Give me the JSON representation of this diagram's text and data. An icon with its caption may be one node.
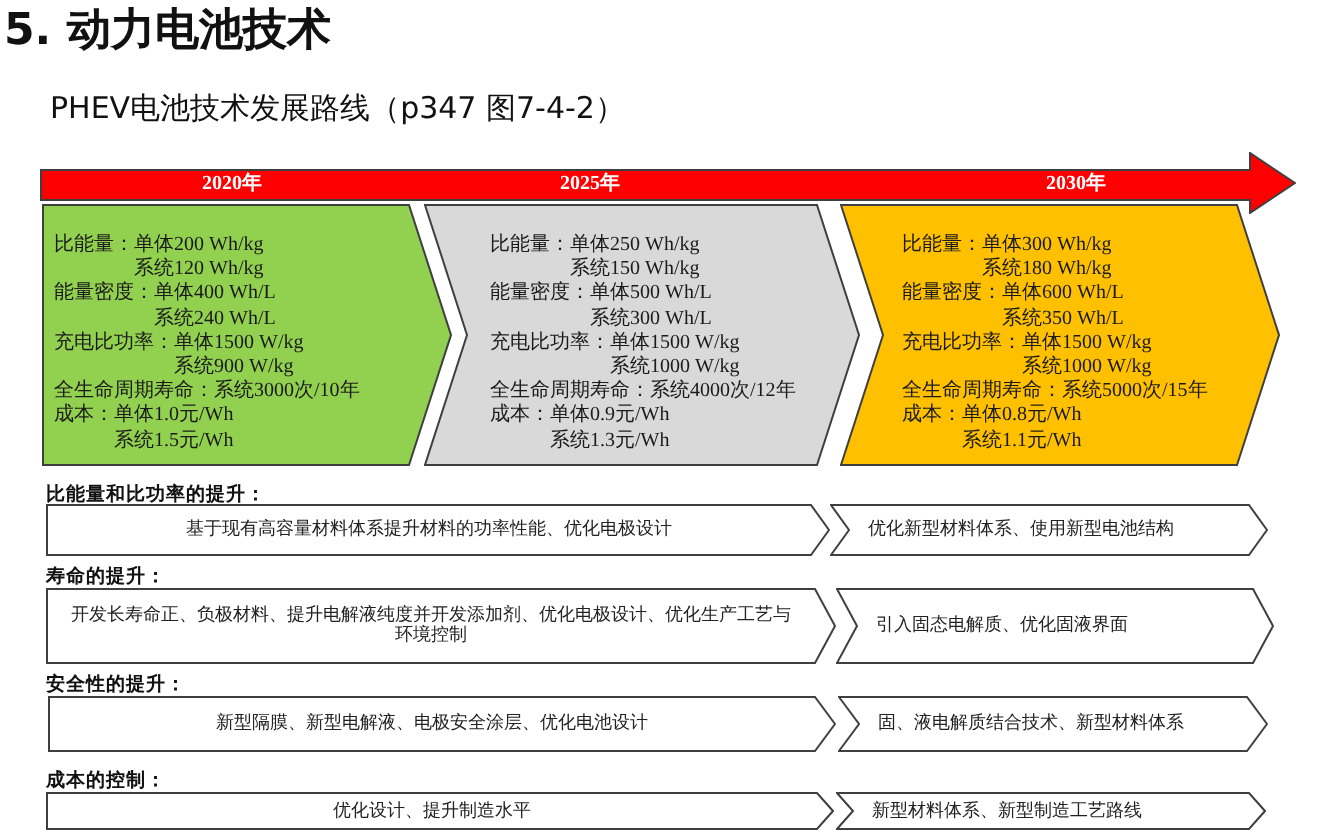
{
  "diagram": {
    "title": "5. 动力电池技术",
    "nodes": [
      {
        "text": [
          "2020年",
          "2025年",
          "2030年"
        ]
      },
      {
        "text": [
          "比能量：单体200 Wh/kg",
          "系统120 Wh/kg",
          "能量密度：单体400 Wh/L",
          "系统240 Wh/L",
          "充电比功率：单体1500 W/kg",
          "系统900 W/kg",
          "全生命周期寿命：系统3000次/10年",
          "成本：单体1.0元/Wh",
          "系统1.5元/Wh"
        ]
      },
      {
        "text": [
          "比能量：单体250 Wh/kg",
          "系统150 Wh/kg",
          "能量密度：单体500 Wh/L",
          "系统300 Wh/L",
          "充电比功率：单体1500 W/kg",
          "系统1000 W/kg",
          "全生命周期寿命：系统4000次/12年",
          "成本：单体0.9元/Wh",
          "系统1.3元/Wh"
        ]
      },
      {
        "text": [
          "比能量：单体300 Wh/kg",
          "系统180 Wh/kg",
          "能量密度：单体600 Wh/L",
          "系统350 Wh/L",
          "充电比功率：单体1500 W/kg",
          "系统1000 W/kg",
          "全生命周期寿命：系统5000次/15年",
          "成本：单体0.8元/Wh",
          "系统1.1元/Wh"
        ]
      },
      {
        "text": [
          "基于现有高容量材料体系提升材料的功率性能、优化电极设计"
        ]
      },
      {
        "text": [
          "优化新型材料体系、使用新型电池结构"
        ]
      },
      {
        "text": [
          "开发长寿命正、负极材料、提升电解液纯度并开发添加剂、优化电极设计、优化生产工艺与环境控制"
        ]
      },
      {
        "text": [
          "引入固态电解质、优化固液界面"
        ]
      },
      {
        "text": [
          "新型隔膜、新型电解液、电极安全涂层、优化电池设计"
        ]
      },
      {
        "text": [
          "固、液电解质结合技术、新型材料体系"
        ]
      },
      {
        "text": [
          "优化设计、提升制造水平"
        ]
      },
      {
        "text": [
          "新型材料体系、新型制造工艺路线"
        ]
      }
    ],
    "labels": [
      "PHEV电池技术发展路线（p347 图7-4-2）",
      "比能量和比功率的提升：",
      "寿命的提升：",
      "安全性的提升：",
      "成本的控制："
    ]
  }
}
